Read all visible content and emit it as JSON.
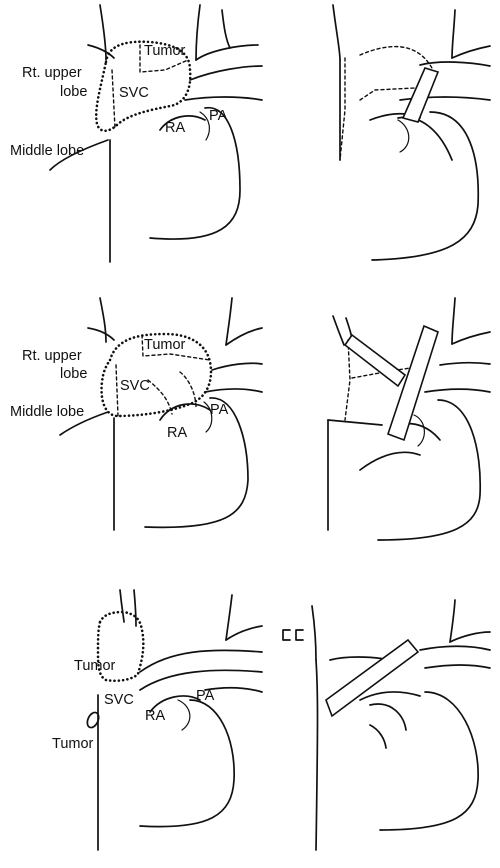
{
  "panels": [
    {
      "labels": {
        "upper_lobe_line1": "Rt. upper",
        "upper_lobe_line2": "lobe",
        "middle_lobe": "Middle lobe",
        "tumor": "Tumor",
        "svc": "SVC",
        "ra": "RA",
        "pa": "PA"
      }
    },
    {
      "labels": {
        "upper_lobe_line1": "Rt. upper",
        "upper_lobe_line2": "lobe",
        "middle_lobe": "Middle lobe",
        "tumor": "Tumor",
        "svc": "SVC",
        "ra": "RA",
        "pa": "PA"
      }
    },
    {
      "labels": {
        "tumor_upper": "Tumor",
        "tumor_lower": "Tumor",
        "svc": "SVC",
        "ra": "RA",
        "pa": "PA"
      }
    }
  ]
}
